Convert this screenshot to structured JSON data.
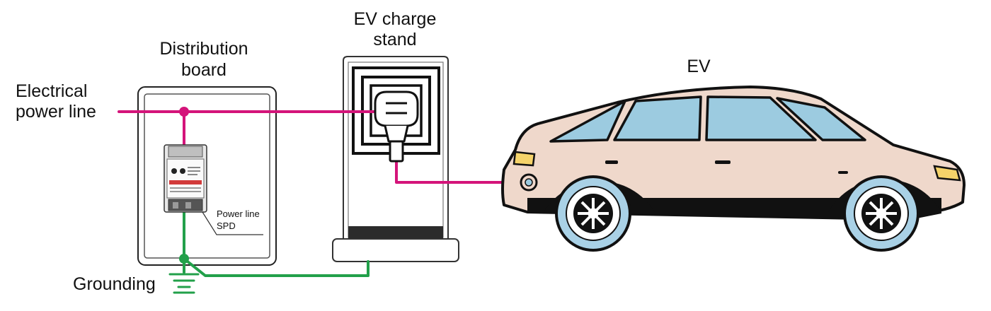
{
  "labels": {
    "power_line_1": "Electrical",
    "power_line_2": "power line",
    "distribution_board_1": "Distribution",
    "distribution_board_2": "board",
    "charge_stand_1": "EV charge",
    "charge_stand_2": "stand",
    "ev": "EV",
    "spd_1": "Power line",
    "spd_2": "SPD",
    "grounding": "Grounding"
  },
  "colors": {
    "power_wire": "#d4147a",
    "ground_wire": "#22a04a",
    "car_body": "#efd8cb",
    "car_window": "#9ccbe0",
    "stand_bottom": "#2b2b2b",
    "tire_ring": "#a9d1e6"
  },
  "icons": {
    "plug": "ev-plug-icon",
    "ground": "ground-symbol-icon",
    "spd_device": "surge-protective-device-icon",
    "car": "car-icon"
  }
}
